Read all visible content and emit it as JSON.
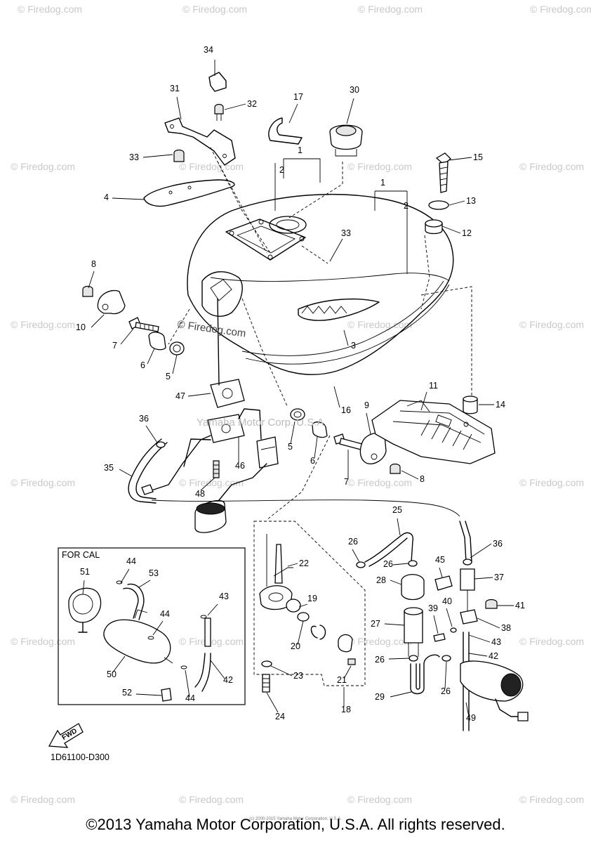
{
  "watermark_text": "© Firedog.com",
  "center_watermark": "© Firedog.com",
  "center_copyright_mark": "Yamaha Motor Corp. U.S.A.",
  "for_cal_label": "FOR CAL",
  "fwd_label": "FWD",
  "diagram_code": "1D61100-D300",
  "copyright": "©2013 Yamaha Motor Corporation, U.S.A. All rights reserved.",
  "tiny_copyright": "(c) 2000-2015 Yamaha Motor Corporation, U.S.A.",
  "callouts": [
    "34",
    "31",
    "32",
    "17",
    "30",
    "33",
    "1",
    "2",
    "15",
    "4",
    "13",
    "1",
    "2",
    "12",
    "33",
    "8",
    "10",
    "7",
    "6",
    "5",
    "3",
    "47",
    "16",
    "11",
    "14",
    "36",
    "9",
    "5",
    "6",
    "35",
    "46",
    "7",
    "8",
    "48",
    "25",
    "26",
    "36",
    "22",
    "26",
    "45",
    "37",
    "28",
    "19",
    "40",
    "39",
    "41",
    "38",
    "27",
    "20",
    "43",
    "26",
    "42",
    "23",
    "21",
    "29",
    "26",
    "49",
    "18",
    "24",
    "51",
    "44",
    "53",
    "43",
    "44",
    "50",
    "42",
    "52",
    "44"
  ]
}
